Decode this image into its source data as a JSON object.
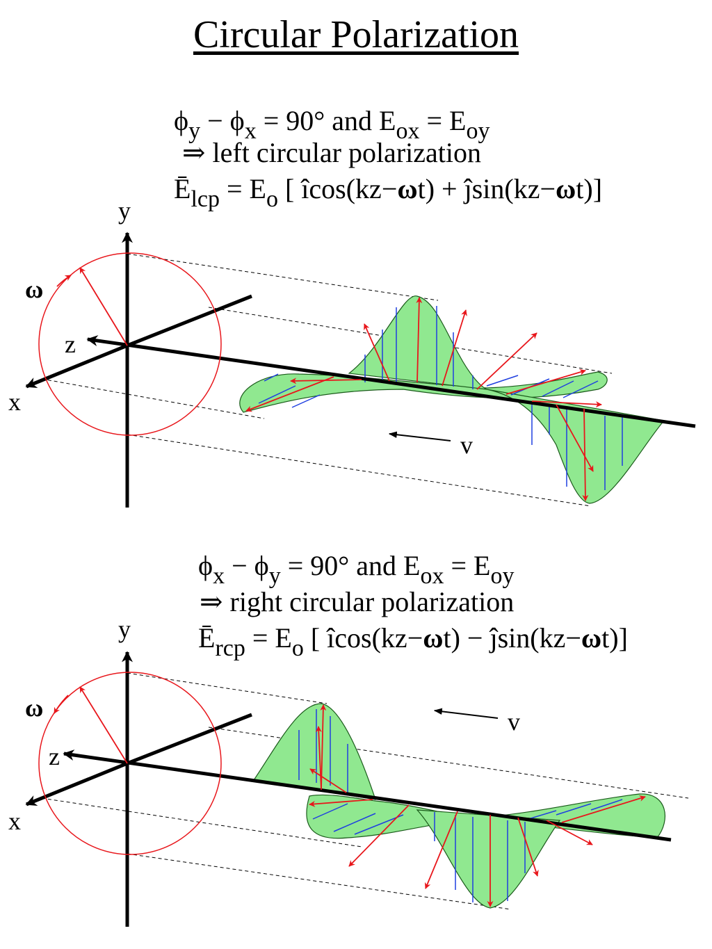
{
  "title": "Circular Polarization",
  "colors": {
    "fill": "#90e890",
    "vector": "#e8161b",
    "stripe": "#1f3fe0",
    "axis": "#000000"
  },
  "top": {
    "phase_lhs_1": "ϕ",
    "phase_sub_1": "y",
    "phase_minus": " − ",
    "phase_lhs_2": "ϕ",
    "phase_sub_2": "x",
    "phase_rhs": "  = 90° and E",
    "amp_sub_1": "ox",
    "amp_eq": " = E",
    "amp_sub_2": "oy",
    "implies": "⇒  left circular polarization",
    "field_E": "Ē",
    "field_sub": "lcp",
    "field_mid": " = E",
    "field_o": "o",
    "field_a": " [ îcos(kz−",
    "omega": "ω",
    "field_b": "t) + ĵsin(kz−",
    "field_c": "t)]",
    "labels": {
      "y": "y",
      "z": "z",
      "x": "x",
      "omega": "ω",
      "v": "v"
    }
  },
  "bottom": {
    "phase_lhs_1": "ϕ",
    "phase_sub_1": "x",
    "phase_minus": " − ",
    "phase_lhs_2": "ϕ",
    "phase_sub_2": "y",
    "phase_rhs": "  = 90° and E",
    "amp_sub_1": "ox",
    "amp_eq": " = E",
    "amp_sub_2": "oy",
    "implies": "⇒  right circular polarization",
    "field_E": "Ē",
    "field_sub": "rcp",
    "field_mid": " = E",
    "field_o": "o",
    "field_a": " [ îcos(kz−",
    "omega": "ω",
    "field_b": "t) − ĵsin(kz−",
    "field_c": "t)]",
    "labels": {
      "y": "y",
      "z": "z",
      "x": "x",
      "omega": "ω",
      "v": "v"
    }
  }
}
